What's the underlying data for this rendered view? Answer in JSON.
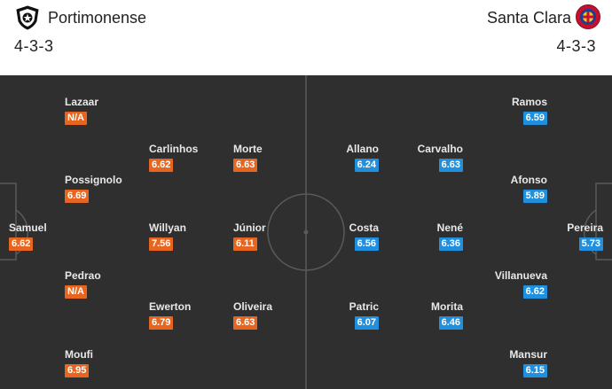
{
  "home": {
    "name": "Portimonense",
    "formation": "4-3-3",
    "logo": "portimonense-crest-icon",
    "color": "#e8651f",
    "players": [
      {
        "name": "Lazaar",
        "rating": "N/A"
      },
      {
        "name": "Carlinhos",
        "rating": "6.62"
      },
      {
        "name": "Morte",
        "rating": "6.63"
      },
      {
        "name": "Possignolo",
        "rating": "6.69"
      },
      {
        "name": "Samuel",
        "rating": "6.62"
      },
      {
        "name": "Willyan",
        "rating": "7.56"
      },
      {
        "name": "Júnior",
        "rating": "6.11"
      },
      {
        "name": "Pedrao",
        "rating": "N/A"
      },
      {
        "name": "Ewerton",
        "rating": "6.79"
      },
      {
        "name": "Oliveira",
        "rating": "6.63"
      },
      {
        "name": "Moufi",
        "rating": "6.95"
      }
    ]
  },
  "away": {
    "name": "Santa Clara",
    "formation": "4-3-3",
    "logo": "santa-clara-crest-icon",
    "color": "#1f8fde",
    "players": [
      {
        "name": "Ramos",
        "rating": "6.59"
      },
      {
        "name": "Allano",
        "rating": "6.24"
      },
      {
        "name": "Carvalho",
        "rating": "6.63"
      },
      {
        "name": "Afonso",
        "rating": "5.89"
      },
      {
        "name": "Costa",
        "rating": "6.56"
      },
      {
        "name": "Nené",
        "rating": "6.36"
      },
      {
        "name": "Pereira",
        "rating": "5.73"
      },
      {
        "name": "Villanueva",
        "rating": "6.62"
      },
      {
        "name": "Patric",
        "rating": "6.07"
      },
      {
        "name": "Morita",
        "rating": "6.46"
      },
      {
        "name": "Mansur",
        "rating": "6.15"
      }
    ]
  }
}
